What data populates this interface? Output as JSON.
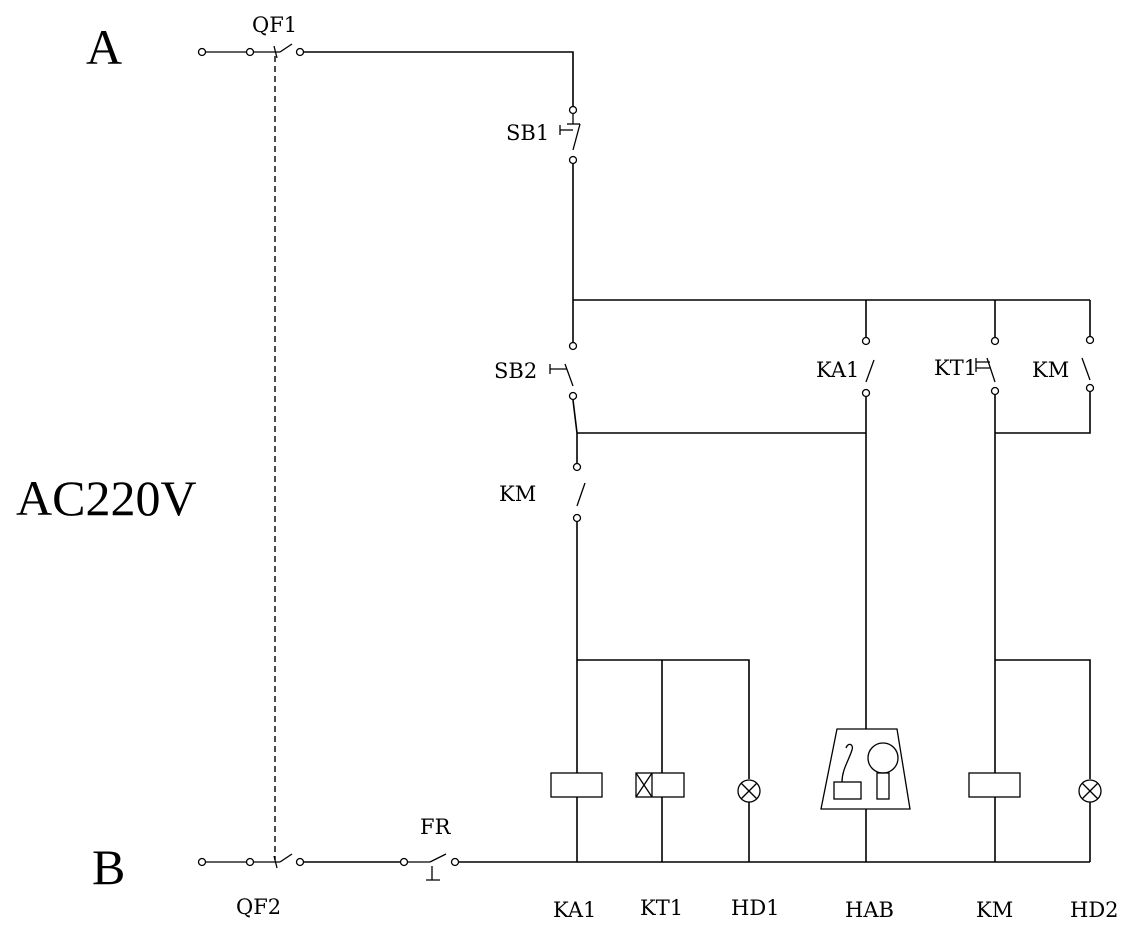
{
  "labels": {
    "line_a": "A",
    "line_b": "B",
    "voltage": "AC220V",
    "qf1": "QF1",
    "qf2": "QF2",
    "fr": "FR",
    "sb1": "SB1",
    "sb2": "SB2",
    "km_contact_series": "KM",
    "ka1_contact": "KA1",
    "kt1_contact": "KT1",
    "km_contact_parallel": "KM"
  },
  "loads": [
    {
      "id": "KA1",
      "label": "KA1",
      "kind": "coil"
    },
    {
      "id": "KT1",
      "label": "KT1",
      "kind": "time-relay-coil"
    },
    {
      "id": "HD1",
      "label": "HD1",
      "kind": "lamp"
    },
    {
      "id": "HAB",
      "label": "HAB",
      "kind": "alarm"
    },
    {
      "id": "KM",
      "label": "KM",
      "kind": "coil"
    },
    {
      "id": "HD2",
      "label": "HD2",
      "kind": "lamp"
    }
  ]
}
